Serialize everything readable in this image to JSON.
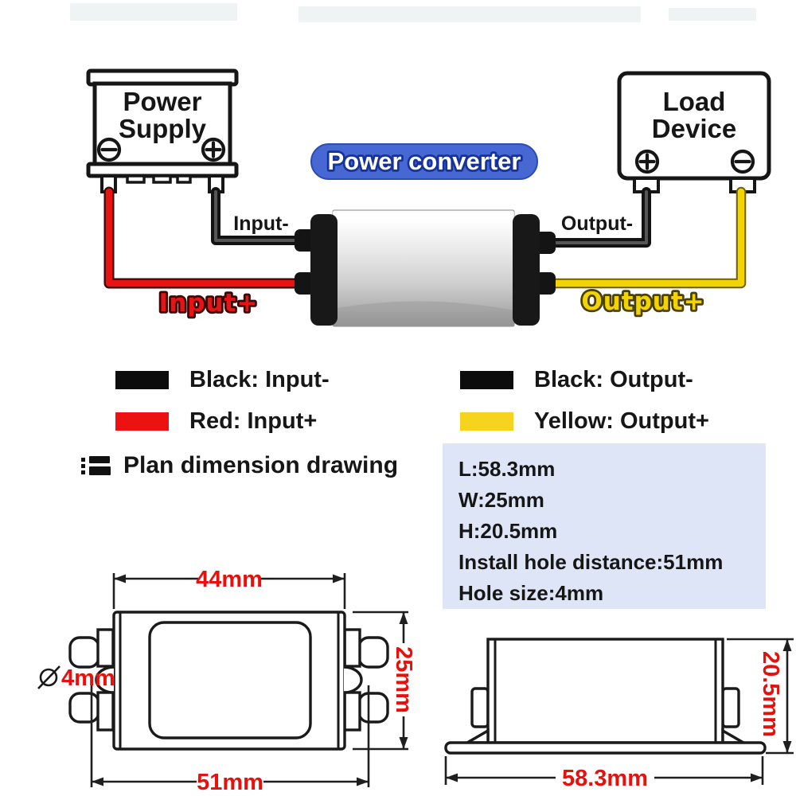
{
  "diagram": {
    "power_supply": {
      "name_line1": "Power",
      "name_line2": "Supply"
    },
    "load_device": {
      "name_line1": "Load",
      "name_line2": "Device"
    },
    "converter_badge": "Power converter",
    "wire_labels": {
      "input_negative": "Input-",
      "input_positive": "Input+",
      "output_negative": "Output-",
      "output_positive": "Output+"
    }
  },
  "legend": {
    "items": [
      {
        "label": "Black: Input-",
        "swatch_color": "#0c0c0c"
      },
      {
        "label": "Red: Input+",
        "swatch_color": "#ee1111"
      },
      {
        "label": "Black: Output-",
        "swatch_color": "#0c0c0c"
      },
      {
        "label": "Yellow: Output+",
        "swatch_color": "#f6d31c"
      }
    ],
    "plan_heading": "Plan dimension drawing"
  },
  "specs": {
    "lines": [
      "L:58.3mm",
      "W:25mm",
      "H:20.5mm",
      "Install hole distance:51mm",
      "Hole size:4mm"
    ]
  },
  "top_view": {
    "width": "44mm",
    "height": "25mm",
    "hole_distance": "51mm",
    "hole_size": "4mm"
  },
  "side_view": {
    "length": "58.3mm",
    "height": "20.5mm"
  },
  "colors": {
    "badge_blue": "#4767d2",
    "badge_text_outline": "#16339b",
    "wire_red": "#e81414",
    "wire_yellow": "#f2d405",
    "wire_black": "#1c1c1c",
    "dimension_label_red": "#e8100c",
    "spec_box_bg": "#dee5f6",
    "legend_yellow": "#f6d31c"
  }
}
